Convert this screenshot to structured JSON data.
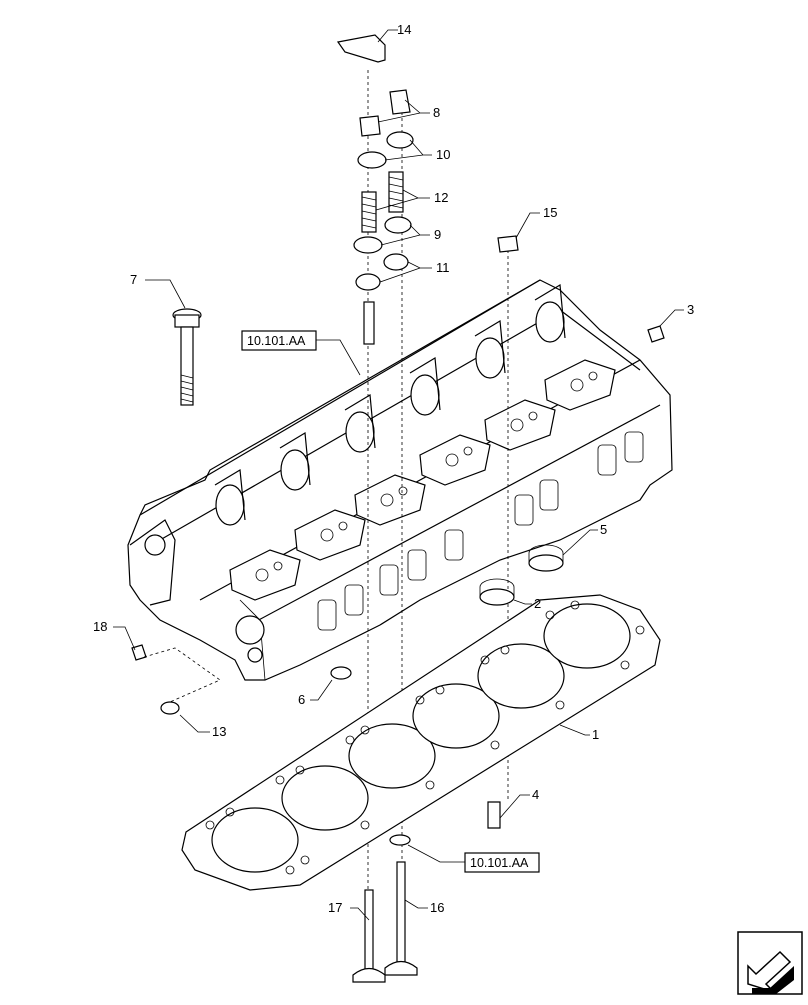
{
  "callouts": [
    "1",
    "2",
    "3",
    "4",
    "5",
    "6",
    "7",
    "8",
    "9",
    "10",
    "11",
    "12",
    "13",
    "14",
    "15",
    "16",
    "17",
    "18"
  ],
  "refs": [
    "10.101.AA",
    "10.101.AA"
  ],
  "icons": {
    "corner": "navigation-arrow-icon"
  }
}
